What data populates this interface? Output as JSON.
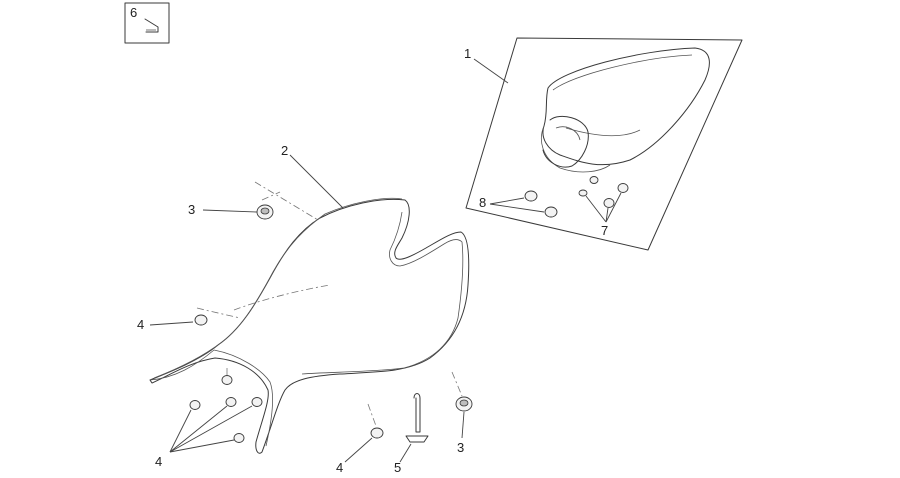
{
  "callouts": {
    "c1": "1",
    "c2": "2",
    "c3a": "3",
    "c3b": "3",
    "c4a": "4",
    "c4b": "4",
    "c4c": "4",
    "c5": "5",
    "c6": "6",
    "c7": "7",
    "c8": "8"
  },
  "colors": {
    "line": "#3a3a3a",
    "background": "#ffffff"
  }
}
